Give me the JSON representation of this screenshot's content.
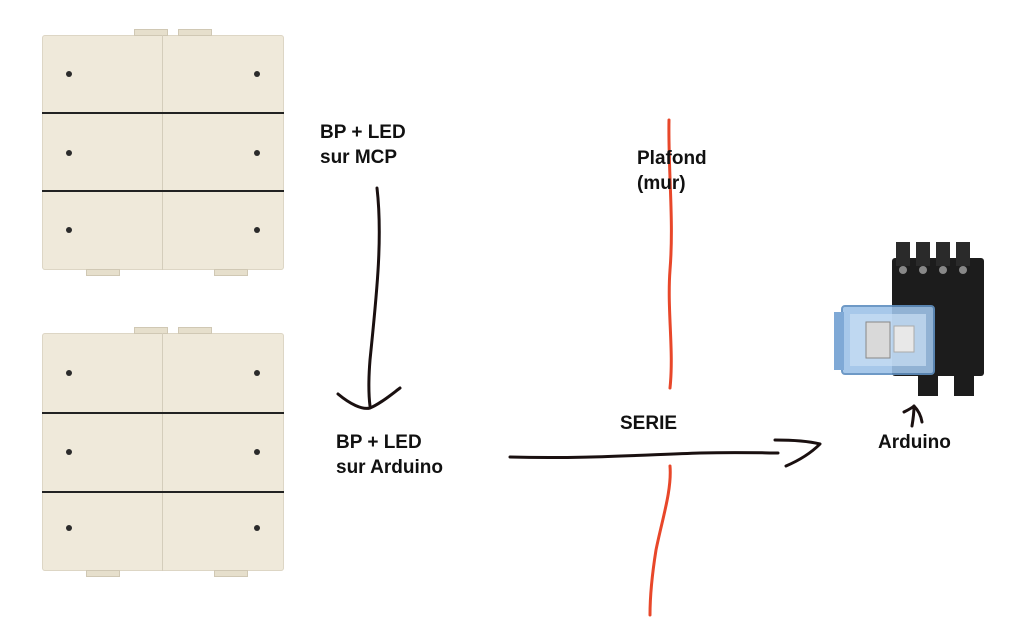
{
  "labels": {
    "bp_mcp_line1": "BP + LED",
    "bp_mcp_line2": "sur MCP",
    "bp_arduino_line1": "BP + LED",
    "bp_arduino_line2": "sur Arduino",
    "plafond_line1": "Plafond",
    "plafond_line2": "(mur)",
    "serie": "SERIE",
    "arduino": "Arduino"
  },
  "colors": {
    "panel": "#efe9da",
    "wall_line": "#e8472a",
    "ink": "#111111",
    "relay_housing": "#1c1c1c",
    "relay_cover": "#9ec3e8"
  },
  "icons": {
    "panel_top": "six-button-wall-switch",
    "panel_bottom": "six-button-wall-switch",
    "relay": "relay-with-socket",
    "arrow_down": "hand-drawn-arrow-down",
    "arrow_right": "hand-drawn-arrow-right",
    "arrow_up": "hand-drawn-arrow-up"
  }
}
